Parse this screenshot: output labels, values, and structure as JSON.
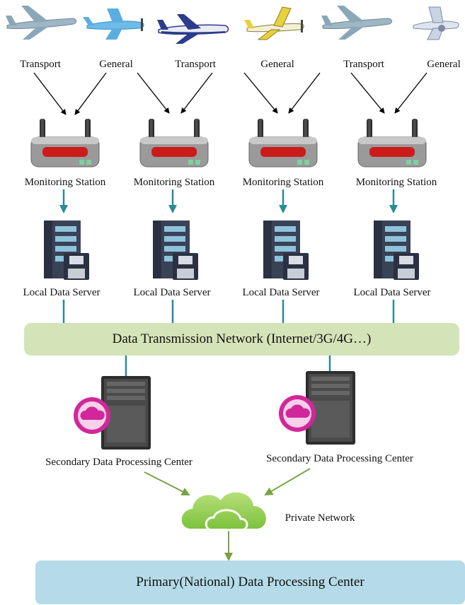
{
  "aircraft": [
    {
      "label": "Transport",
      "icon": "airliner-icon",
      "color": "#8aa7b8"
    },
    {
      "label": "General",
      "icon": "light-aircraft-icon",
      "color": "#5aaee0"
    },
    {
      "label": "Transport",
      "icon": "airliner-icon",
      "color": "#2c3b8c"
    },
    {
      "label": "General",
      "icon": "light-aircraft-icon",
      "color": "#e8d13a"
    },
    {
      "label": "Transport",
      "icon": "airliner-icon",
      "color": "#8aa7b8"
    },
    {
      "label": "General",
      "icon": "light-aircraft-icon",
      "color": "#b9c7dc"
    }
  ],
  "stations": [
    {
      "station_label": "Monitoring Station",
      "server_label": "Local Data Server"
    },
    {
      "station_label": "Monitoring Station",
      "server_label": "Local Data Server"
    },
    {
      "station_label": "Monitoring Station",
      "server_label": "Local Data Server"
    },
    {
      "station_label": "Monitoring Station",
      "server_label": "Local Data Server"
    }
  ],
  "network": {
    "label": "Data Transmission Network (Internet/3G/4G…)"
  },
  "secondary_centers": [
    {
      "label": "Secondary Data Processing Center"
    },
    {
      "label": "Secondary Data Processing Center"
    }
  ],
  "private_network": {
    "label": "Private Network"
  },
  "primary_center": {
    "label": "Primary(National) Data Processing Center"
  },
  "colors": {
    "teal_arrow": "#2a8a98",
    "green_arrow": "#79a343",
    "network_bar": "#d5e3b8",
    "primary_bar": "#b5dbe8",
    "router_red": "#cc1b1b",
    "server_dark": "#3a4256",
    "cloud_green": "#8dcf4a",
    "badge_magenta": "#d2279a"
  }
}
